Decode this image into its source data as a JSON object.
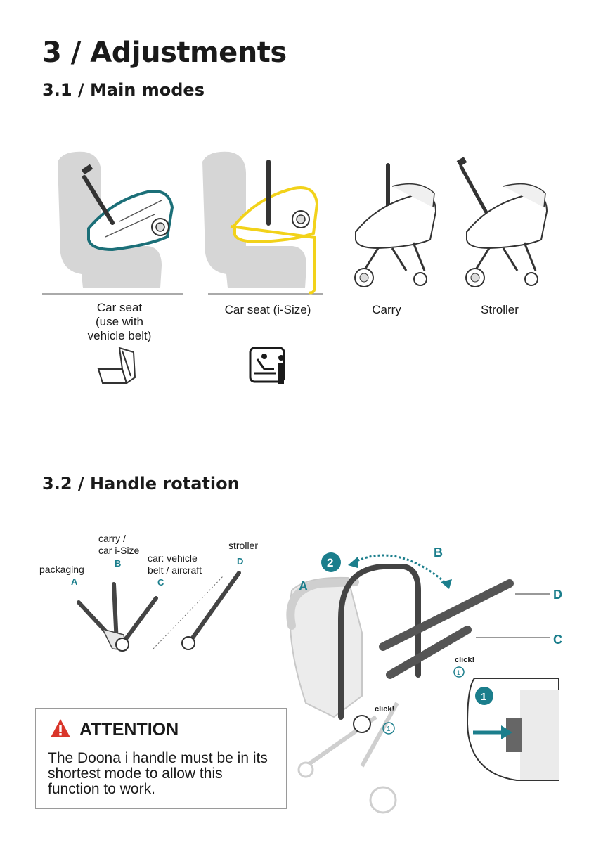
{
  "section_title": "3 / Adjustments",
  "sub1_title": "3.1 / Main modes",
  "sub2_title": "3.2 / Handle rotation",
  "modes": [
    {
      "label": "Car seat\n(use with\nvehicle belt)",
      "highlight": "#1b6f78"
    },
    {
      "label": "Car seat (i-Size)",
      "highlight": "#f2d21a"
    },
    {
      "label": "Carry"
    },
    {
      "label": "Stroller"
    }
  ],
  "handle_positions": [
    {
      "letter": "A",
      "label": "packaging"
    },
    {
      "letter": "B",
      "label": "carry /\ncar i-Size"
    },
    {
      "letter": "C",
      "label": "car: vehicle\nbelt / aircraft"
    },
    {
      "letter": "D",
      "label": "stroller"
    }
  ],
  "diagram": {
    "step_numbers": [
      "1",
      "2"
    ],
    "letters": [
      "A",
      "B",
      "C",
      "D"
    ],
    "click_text": "click!",
    "accent_color": "#1b7e8c"
  },
  "attention": {
    "title": "ATTENTION",
    "text": "The Doona i handle must be in its shortest mode to allow this function to work.",
    "icon_color": "#d9352a"
  }
}
